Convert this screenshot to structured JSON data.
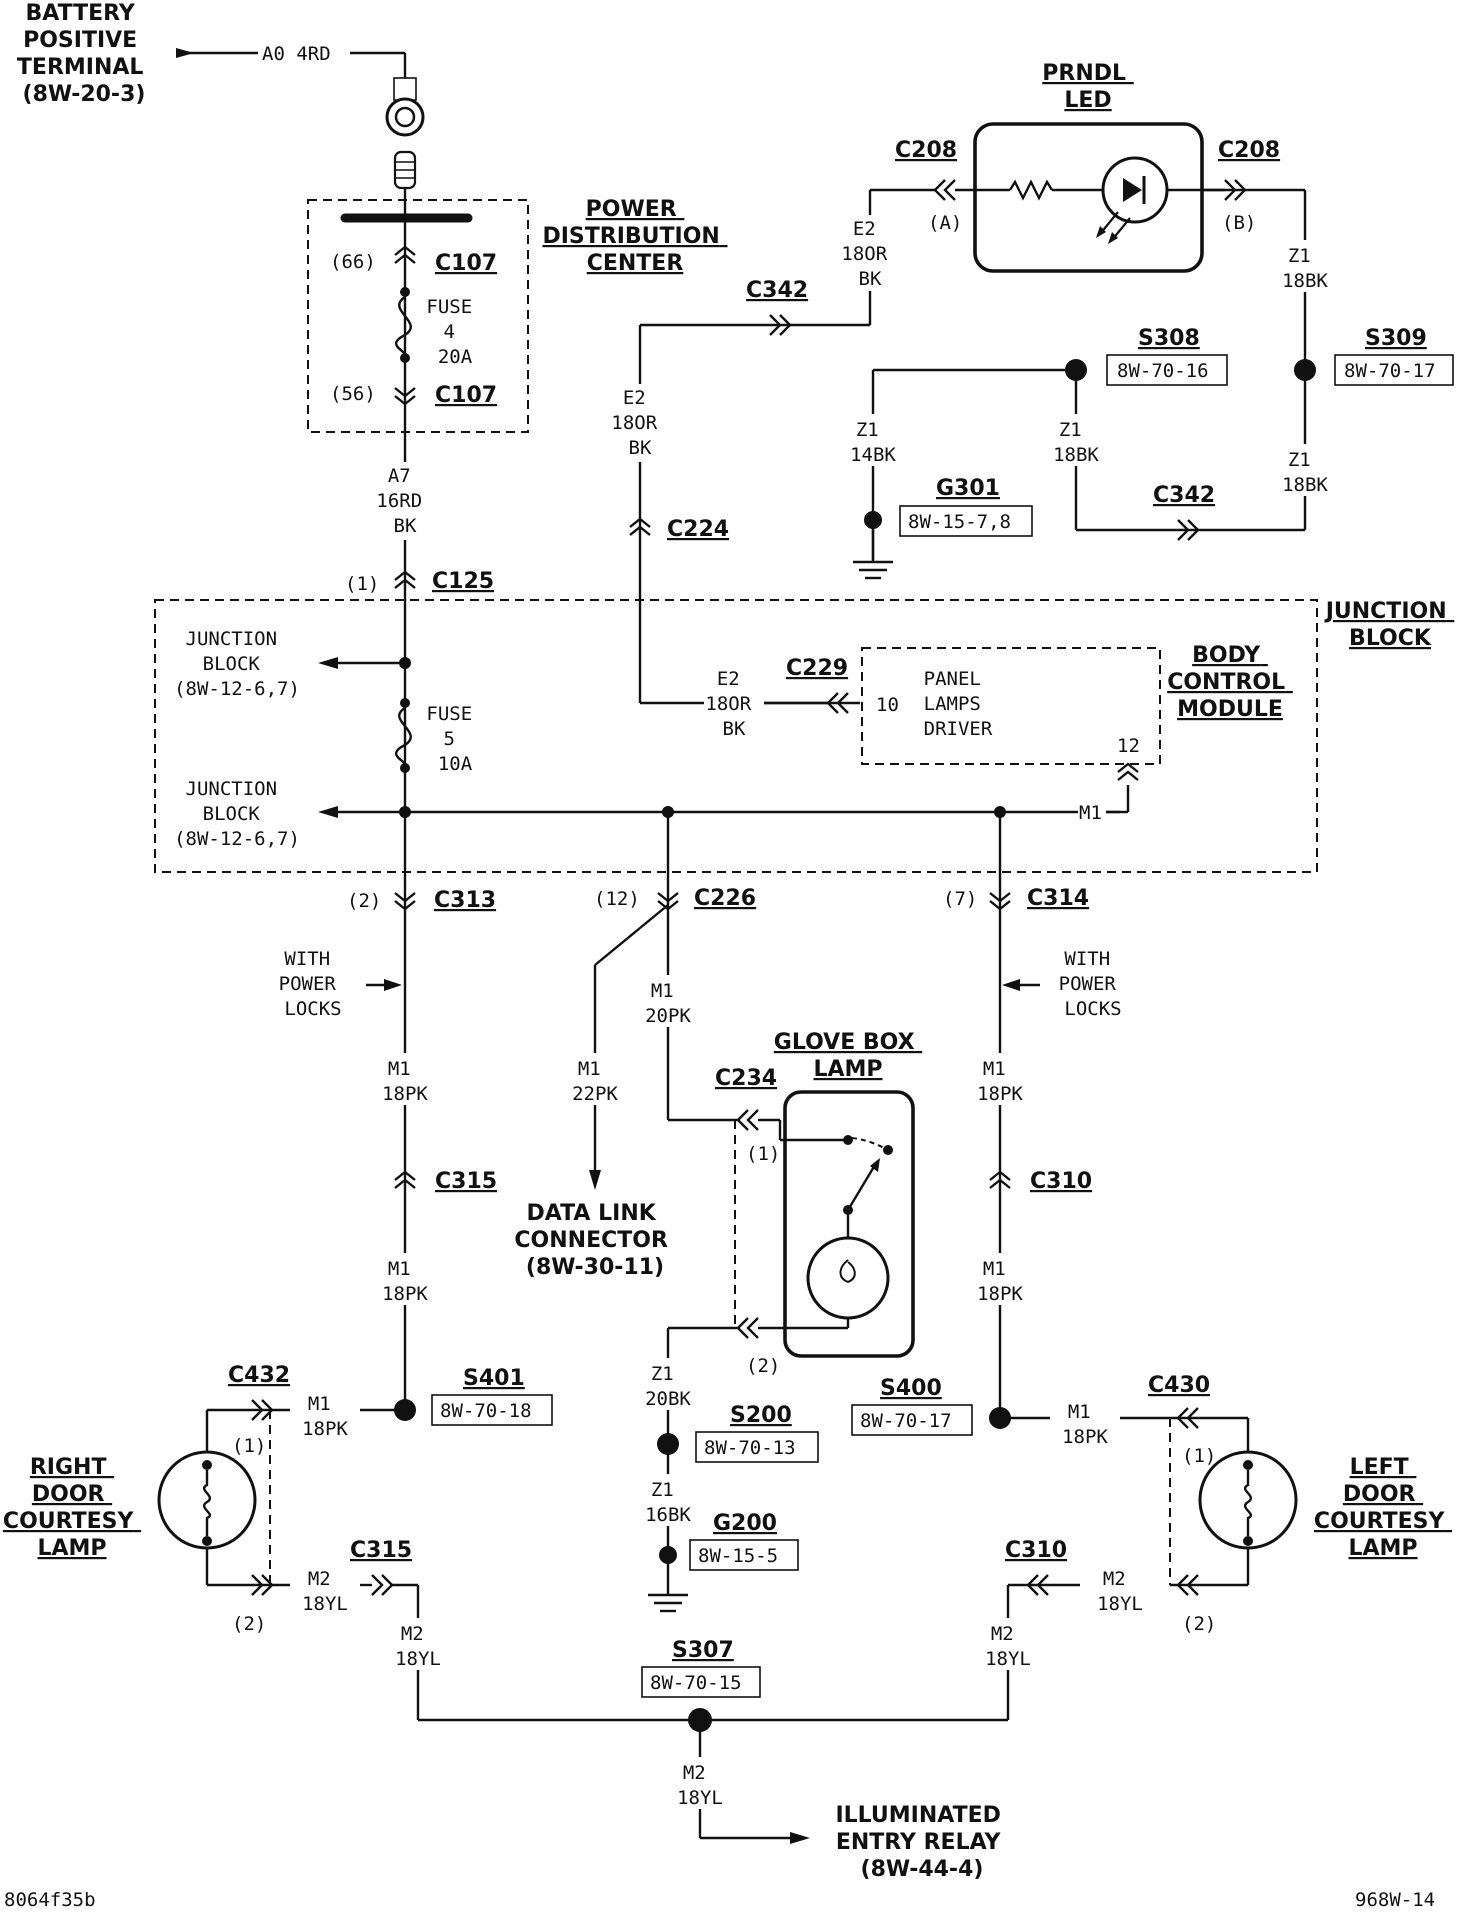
{
  "battery": {
    "title_lines": [
      "BATTERY",
      "POSITIVE",
      "TERMINAL",
      "(8W-20-3)"
    ],
    "wire": "A0 4RD"
  },
  "pdc": {
    "title_lines": [
      "POWER",
      "DISTRIBUTION",
      "CENTER"
    ],
    "pin_top": "(66)",
    "conn_top": "C107",
    "fuse_lines": [
      "FUSE",
      "4",
      "20A"
    ],
    "pin_bot": "(56)",
    "conn_bot": "C107"
  },
  "wire_a7": [
    "A7",
    "16RD",
    "BK"
  ],
  "c125": {
    "pin": "(1)",
    "conn": "C125"
  },
  "junction_block": {
    "title_lines": [
      "JUNCTION",
      "BLOCK"
    ],
    "ref1_lines": [
      "JUNCTION",
      "BLOCK",
      "(8W-12-6,7)"
    ],
    "ref2_lines": [
      "JUNCTION",
      "BLOCK",
      "(8W-12-6,7)"
    ],
    "fuse_lines": [
      "FUSE",
      "5",
      "10A"
    ]
  },
  "bcm": {
    "title_lines": [
      "BODY",
      "CONTROL",
      "MODULE"
    ],
    "inner_lines": [
      "PANEL",
      "LAMPS",
      "DRIVER"
    ],
    "pin_in": "10",
    "pin_out": "12",
    "m1": "M1",
    "conn": "C229",
    "wire_lines": [
      "E2",
      "18OR",
      "BK"
    ]
  },
  "prndl": {
    "title_lines": [
      "PRNDL",
      "LED"
    ],
    "conn_left": "C208",
    "conn_right": "C208",
    "pin_a": "(A)",
    "pin_b": "(B)",
    "wire_left": [
      "E2",
      "18OR",
      "BK"
    ],
    "wire_right": [
      "Z1",
      "18BK"
    ]
  },
  "c342_top": "C342",
  "wire_e2_mid": [
    "E2",
    "18OR",
    "BK"
  ],
  "c224": "C224",
  "s308": {
    "label": "S308",
    "ref": "8W-70-16"
  },
  "s309": {
    "label": "S309",
    "ref": "8W-70-17"
  },
  "g301": {
    "label": "G301",
    "ref": "8W-15-7,8",
    "wire": [
      "Z1",
      "14BK"
    ]
  },
  "z1_18bk_a": [
    "Z1",
    "18BK"
  ],
  "z1_18bk_b": [
    "Z1",
    "18BK"
  ],
  "c342_right": "C342",
  "c313": {
    "pin": "(2)",
    "conn": "C313"
  },
  "c226": {
    "pin": "(12)",
    "conn": "C226"
  },
  "c314": {
    "pin": "(7)",
    "conn": "C314"
  },
  "with_power_locks_left": [
    "WITH",
    "POWER",
    "LOCKS"
  ],
  "with_power_locks_right": [
    "WITH",
    "POWER",
    "LOCKS"
  ],
  "m1_18pk_a": [
    "M1",
    "18PK"
  ],
  "c315_top": "C315",
  "m1_18pk_b": [
    "M1",
    "18PK"
  ],
  "m1_22pk": [
    "M1",
    "22PK"
  ],
  "dlc": {
    "title_lines": [
      "DATA LINK",
      "CONNECTOR",
      "(8W-30-11)"
    ]
  },
  "m1_20pk": [
    "M1",
    "20PK"
  ],
  "glove_box": {
    "title_lines": [
      "GLOVE BOX",
      "LAMP"
    ],
    "conn": "C234",
    "pin1": "(1)",
    "pin2": "(2)"
  },
  "m1_18pk_c": [
    "M1",
    "18PK"
  ],
  "c310_top": "C310",
  "m1_18pk_d": [
    "M1",
    "18PK"
  ],
  "s401": {
    "label": "S401",
    "ref": "8W-70-18",
    "wire": [
      "M1",
      "18PK"
    ]
  },
  "s400": {
    "label": "S400",
    "ref": "8W-70-17",
    "wire": [
      "M1",
      "18PK"
    ]
  },
  "s200": {
    "label": "S200",
    "ref": "8W-70-13",
    "wire_top": [
      "Z1",
      "20BK"
    ],
    "wire_bot": [
      "Z1",
      "16BK"
    ]
  },
  "g200": {
    "label": "G200",
    "ref": "8W-15-5"
  },
  "right_door": {
    "title_lines": [
      "RIGHT",
      "DOOR",
      "COURTESY",
      "LAMP"
    ],
    "conn": "C432",
    "pin1": "(1)",
    "pin2": "(2)",
    "m2": [
      "M2",
      "18YL"
    ]
  },
  "left_door": {
    "title_lines": [
      "LEFT",
      "DOOR",
      "COURTESY",
      "LAMP"
    ],
    "conn": "C430",
    "pin1": "(1)",
    "pin2": "(2)",
    "m2": [
      "M2",
      "18YL"
    ]
  },
  "c315_bot": {
    "conn": "C315",
    "wire": [
      "M2",
      "18YL"
    ]
  },
  "c310_bot": {
    "conn": "C310",
    "wire": [
      "M2",
      "18YL"
    ]
  },
  "s307": {
    "label": "S307",
    "ref": "8W-70-15",
    "wire": [
      "M2",
      "18YL"
    ]
  },
  "ier": {
    "title_lines": [
      "ILLUMINATED",
      "ENTRY RELAY",
      "(8W-44-4)"
    ]
  },
  "footer": {
    "left": "8064f35b",
    "right": "968W-14"
  }
}
